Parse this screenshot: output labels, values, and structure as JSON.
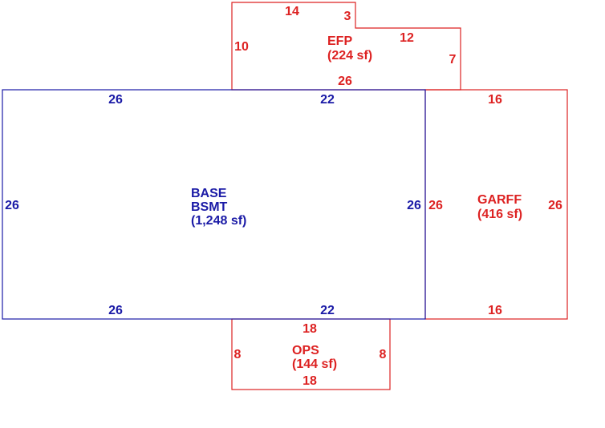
{
  "colors": {
    "base": "#1a1aa6",
    "addition": "#dd2222"
  },
  "areas": {
    "base": {
      "name1": "BASE",
      "name2": "BSMT",
      "area": "(1,248 sf)",
      "dims": {
        "top_left": "26",
        "top_right": "22",
        "left": "26",
        "right": "26",
        "bottom_left": "26",
        "bottom_right": "22"
      }
    },
    "efp": {
      "name": "EFP",
      "area": "(224 sf)",
      "dims": {
        "top": "14",
        "notch": "3",
        "left": "10",
        "step": "12",
        "right": "7",
        "bottom": "26"
      }
    },
    "garff": {
      "name": "GARFF",
      "area": "(416 sf)",
      "dims": {
        "top": "16",
        "left": "26",
        "right": "26",
        "bottom": "16"
      }
    },
    "ops": {
      "name": "OPS",
      "area": "(144 sf)",
      "dims": {
        "top": "18",
        "left": "8",
        "right": "8",
        "bottom": "18"
      }
    }
  }
}
